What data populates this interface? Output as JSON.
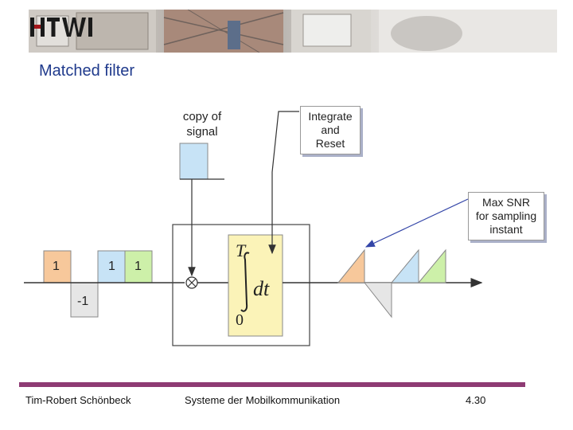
{
  "slide": {
    "title": "Matched filter",
    "copy_label_line1": "copy of",
    "copy_label_line2": "signal",
    "integrate_line1": "Integrate",
    "integrate_line2": "and",
    "integrate_line3": "Reset",
    "maxsnr_line1": "Max SNR",
    "maxsnr_line2": "for sampling",
    "maxsnr_line3": "instant",
    "integral_upper": "T",
    "integral_dt": "dt",
    "integral_lower": "0",
    "bit_values": [
      "1",
      "-1",
      "1",
      "1"
    ]
  },
  "colors": {
    "title": "#1f3a8c",
    "orange": "#f7c89b",
    "blue": "#c7e3f6",
    "green": "#cdf0a9",
    "gray": "#e6e6e6",
    "integrator_fill": "#fbf3b8",
    "footer_bar": "#8e3b74"
  },
  "footer": {
    "author": "Tim-Robert Schönbeck",
    "course": "Systeme der Mobilkommunikation",
    "page": "4.30"
  }
}
